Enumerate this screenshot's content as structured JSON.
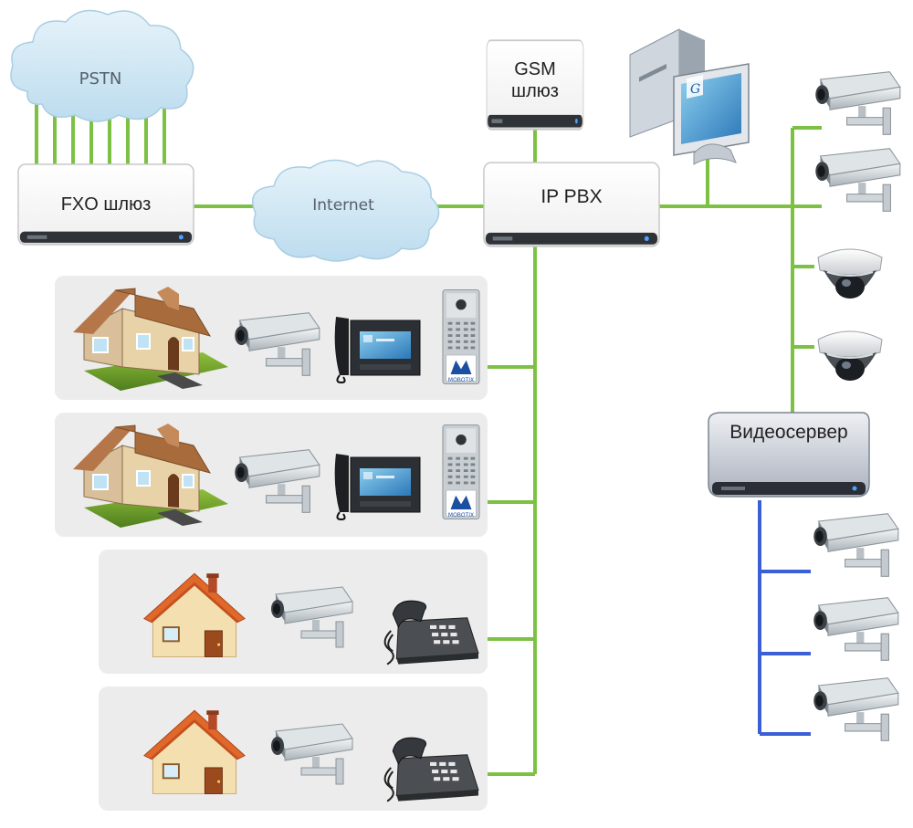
{
  "clouds": {
    "pstn": "PSTN",
    "internet": "Internet"
  },
  "devices": {
    "fxo_gateway": "FXO шлюз",
    "gsm_gateway": [
      "GSM",
      "шлюз"
    ],
    "ip_pbx": "IP PBX",
    "video_server": "Видеосервер"
  },
  "intercom_brand": "MOBOTIX",
  "colors": {
    "link_green": "#7dc144",
    "link_blue": "#3a5fd6",
    "panel_bg": "#ececec",
    "server_face": "#f6f6f6",
    "roof": "#a86b3c",
    "orange_roof": "#e0682a",
    "wall": "#f4dfb0"
  },
  "icons": [
    "cloud-icon",
    "gateway-icon",
    "server-icon",
    "computer-icon",
    "cctv-camera-icon",
    "dome-camera-icon",
    "house-icon",
    "ip-phone-icon",
    "intercom-icon",
    "desk-phone-icon"
  ]
}
